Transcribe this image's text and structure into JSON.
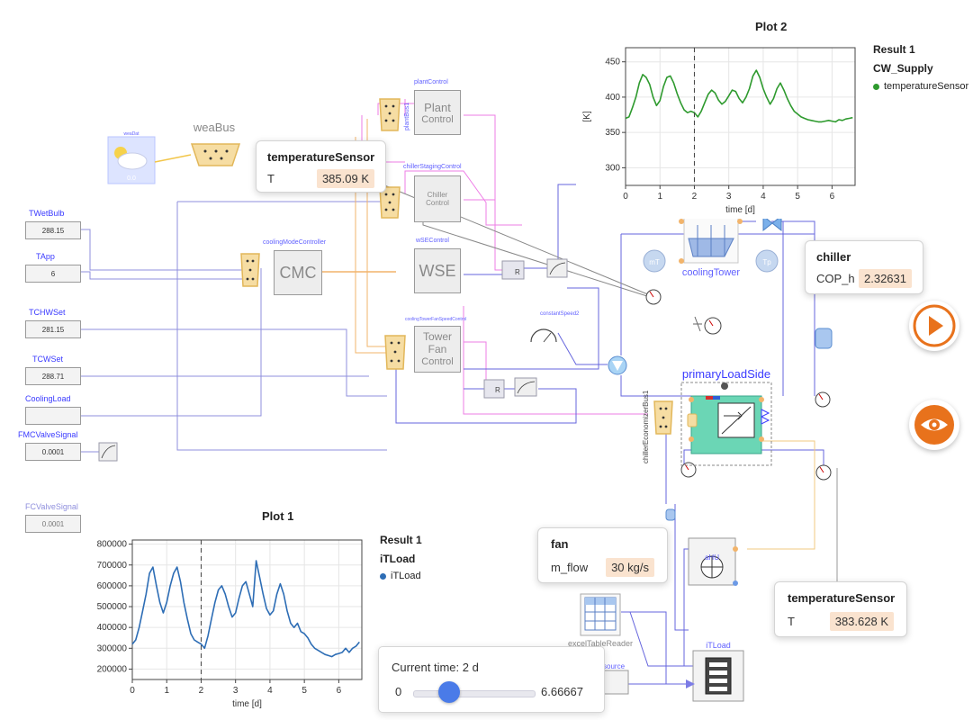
{
  "inputs": [
    {
      "label": "TWetBulb",
      "value": "288.15"
    },
    {
      "label": "TApp",
      "value": "6"
    },
    {
      "label": "TCHWSet",
      "value": "281.15"
    },
    {
      "label": "TCWSet",
      "value": "288.71"
    },
    {
      "label": "CoolingLoad",
      "value": ""
    },
    {
      "label": "FMCValveSignal",
      "value": "0.0001"
    },
    {
      "label": "FCValveSignal",
      "value": "0.0001"
    }
  ],
  "blocks": {
    "weaBus": "weaBus",
    "weaDat": "weaDat",
    "weaDat_value": "0.0",
    "plantControl_label": "plantControl",
    "plantControl_text1": "Plant",
    "plantControl_text2": "Control",
    "plantBus": "plantBus1",
    "chillerStaging_label": "chillerStagingControl",
    "chillerStaging_text1": "Chiller",
    "chillerStaging_text2": "Control",
    "coolingMode_label": "coolingModeController",
    "cmc": "CMC",
    "wse_label": "wSEControl",
    "wse": "WSE",
    "tower_label": "coolingTowerFanSpeedControl",
    "tower_text1": "Tower",
    "tower_text2": "Fan",
    "tower_text3": "Control",
    "cooling_tower": "coolingTower",
    "primary_load_side": "primaryLoadSide",
    "chiller_bus": "chillerEconomizerBus1",
    "ahu": "aHU",
    "it_load": "iTLoad",
    "excel": "excelTableReader",
    "source": "source",
    "constant_speed": "constantSpeed2",
    "r_label": "R",
    "mT": "mT",
    "Tp": "Tp"
  },
  "cards": {
    "temp_sensor_1": {
      "title": "temperatureSensor",
      "key": "T",
      "value": "385.09 K"
    },
    "chiller": {
      "title": "chiller",
      "key": "COP_h",
      "value": "2.32631"
    },
    "fan": {
      "title": "fan",
      "key": "m_flow",
      "value": "30 kg/s"
    },
    "temp_sensor_2": {
      "title": "temperatureSensor",
      "key": "T",
      "value": "383.628 K"
    }
  },
  "plot1": {
    "title": "Plot 1",
    "result": "Result 1",
    "variable": "iTLoad",
    "legend": "iTLoad",
    "xlabel": "time [d]"
  },
  "plot2": {
    "title": "Plot 2",
    "result": "Result 1",
    "variable": "CW_Supply",
    "legend": "temperatureSensor",
    "xlabel": "time [d]",
    "ylabel": "[K]"
  },
  "time_control": {
    "label": "Current time: 2 d",
    "min": "0",
    "max": "6.66667",
    "current_fraction": 0.3
  },
  "colors": {
    "plot1_line": "#2d6db5",
    "plot2_line": "#2e9a2e",
    "accent_orange": "#e8721c",
    "block_teal": "#6bd6b5"
  },
  "icons": [
    "play-icon",
    "eye-icon",
    "cloud-sun-icon",
    "temperature-dial-icon"
  ],
  "chart_data": [
    {
      "type": "line",
      "title": "Plot 1",
      "xlabel": "time [d]",
      "ylabel": "",
      "xlim": [
        0,
        6.67
      ],
      "ylim": [
        150000,
        820000
      ],
      "xticks": [
        0,
        1,
        2,
        3,
        4,
        5,
        6
      ],
      "yticks": [
        200000,
        300000,
        400000,
        500000,
        600000,
        700000,
        800000
      ],
      "marker_x": 2,
      "series": [
        {
          "name": "iTLoad",
          "x": [
            0,
            0.1,
            0.2,
            0.3,
            0.4,
            0.5,
            0.6,
            0.7,
            0.8,
            0.9,
            1.0,
            1.1,
            1.2,
            1.3,
            1.4,
            1.5,
            1.6,
            1.7,
            1.8,
            1.9,
            2.0,
            2.1,
            2.2,
            2.3,
            2.4,
            2.5,
            2.6,
            2.7,
            2.8,
            2.9,
            3.0,
            3.1,
            3.2,
            3.3,
            3.4,
            3.5,
            3.6,
            3.7,
            3.8,
            3.9,
            4.0,
            4.1,
            4.2,
            4.3,
            4.4,
            4.5,
            4.6,
            4.7,
            4.8,
            4.9,
            5.0,
            5.1,
            5.2,
            5.3,
            5.4,
            5.5,
            5.6,
            5.7,
            5.8,
            5.9,
            6.0,
            6.1,
            6.2,
            6.3,
            6.4,
            6.5,
            6.6
          ],
          "y": [
            320000,
            340000,
            400000,
            480000,
            560000,
            660000,
            690000,
            600000,
            520000,
            470000,
            520000,
            600000,
            660000,
            690000,
            620000,
            520000,
            440000,
            370000,
            340000,
            330000,
            320000,
            300000,
            360000,
            440000,
            520000,
            580000,
            600000,
            560000,
            500000,
            450000,
            470000,
            540000,
            600000,
            620000,
            560000,
            500000,
            720000,
            640000,
            560000,
            490000,
            460000,
            480000,
            560000,
            610000,
            560000,
            480000,
            420000,
            400000,
            420000,
            380000,
            370000,
            350000,
            320000,
            300000,
            290000,
            280000,
            270000,
            265000,
            260000,
            270000,
            275000,
            280000,
            300000,
            280000,
            300000,
            310000,
            330000
          ]
        }
      ]
    },
    {
      "type": "line",
      "title": "Plot 2",
      "xlabel": "time [d]",
      "ylabel": "[K]",
      "xlim": [
        0,
        6.67
      ],
      "ylim": [
        275,
        470
      ],
      "xticks": [
        0,
        1,
        2,
        3,
        4,
        5,
        6
      ],
      "yticks": [
        300,
        350,
        400,
        450
      ],
      "marker_x": 2,
      "series": [
        {
          "name": "temperatureSensor",
          "x": [
            0,
            0.1,
            0.2,
            0.3,
            0.4,
            0.5,
            0.6,
            0.7,
            0.8,
            0.9,
            1.0,
            1.1,
            1.2,
            1.3,
            1.4,
            1.5,
            1.6,
            1.7,
            1.8,
            1.9,
            2.0,
            2.1,
            2.2,
            2.3,
            2.4,
            2.5,
            2.6,
            2.7,
            2.8,
            2.9,
            3.0,
            3.1,
            3.2,
            3.3,
            3.4,
            3.5,
            3.6,
            3.7,
            3.8,
            3.9,
            4.0,
            4.1,
            4.2,
            4.3,
            4.4,
            4.5,
            4.6,
            4.7,
            4.8,
            4.9,
            5.0,
            5.1,
            5.2,
            5.3,
            5.4,
            5.5,
            5.6,
            5.7,
            5.8,
            5.9,
            6.0,
            6.1,
            6.2,
            6.3,
            6.4,
            6.5,
            6.6
          ],
          "y": [
            370,
            372,
            385,
            400,
            420,
            432,
            428,
            418,
            400,
            388,
            395,
            415,
            428,
            430,
            420,
            405,
            392,
            382,
            378,
            380,
            378,
            372,
            380,
            392,
            404,
            410,
            406,
            396,
            390,
            394,
            402,
            410,
            408,
            398,
            392,
            400,
            412,
            430,
            438,
            428,
            412,
            400,
            390,
            398,
            412,
            420,
            410,
            398,
            388,
            380,
            376,
            372,
            370,
            368,
            367,
            366,
            365,
            365,
            366,
            367,
            366,
            365,
            368,
            367,
            369,
            370,
            371
          ]
        }
      ]
    }
  ]
}
